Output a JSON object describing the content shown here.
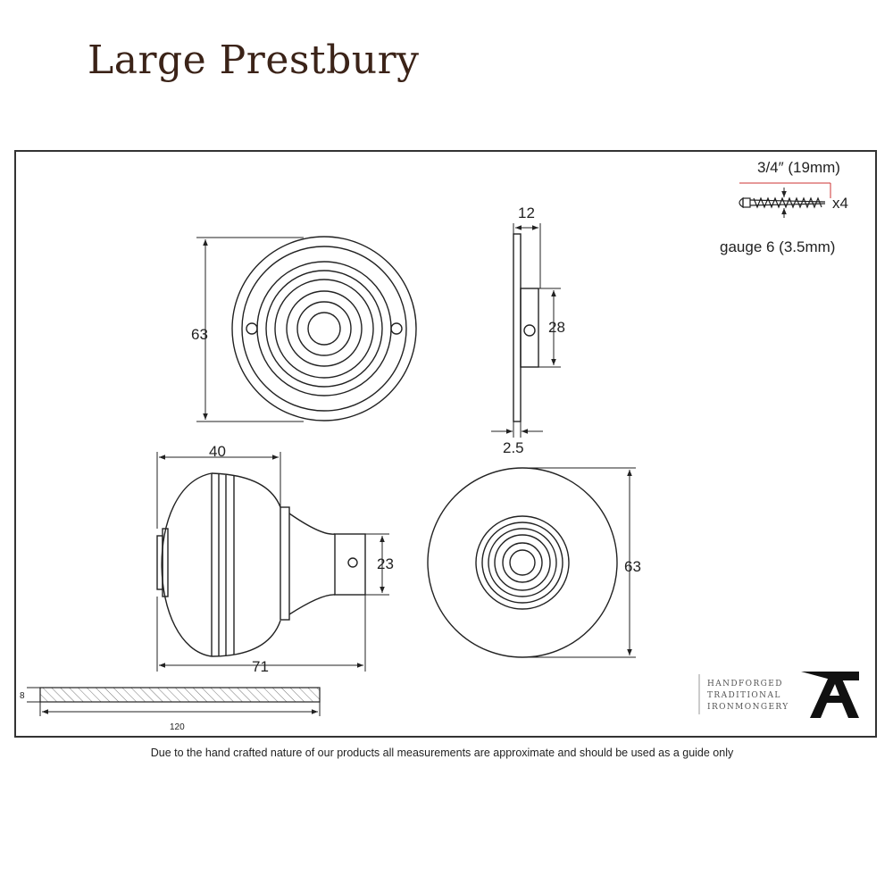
{
  "title": "Large Prestbury",
  "dimensions": {
    "rose_height": "63",
    "rose_side_width": "12",
    "rose_side_boss": "28",
    "rose_side_plate": "2.5",
    "knob_diameter": "40",
    "knob_neck": "23",
    "knob_length": "71",
    "front_diameter": "63",
    "spindle_thickness": "8",
    "spindle_length": "120"
  },
  "screw": {
    "length": "3/4″ (19mm)",
    "gauge": "gauge 6 (3.5mm)",
    "quantity": "x4"
  },
  "logo": {
    "line1": "HANDFORGED",
    "line2": "TRADITIONAL",
    "line3": "IRONMONGERY",
    "icon": "anvil-a-icon"
  },
  "footer": "Due to the hand crafted nature of our products all measurements are approximate and should be used as a guide only"
}
